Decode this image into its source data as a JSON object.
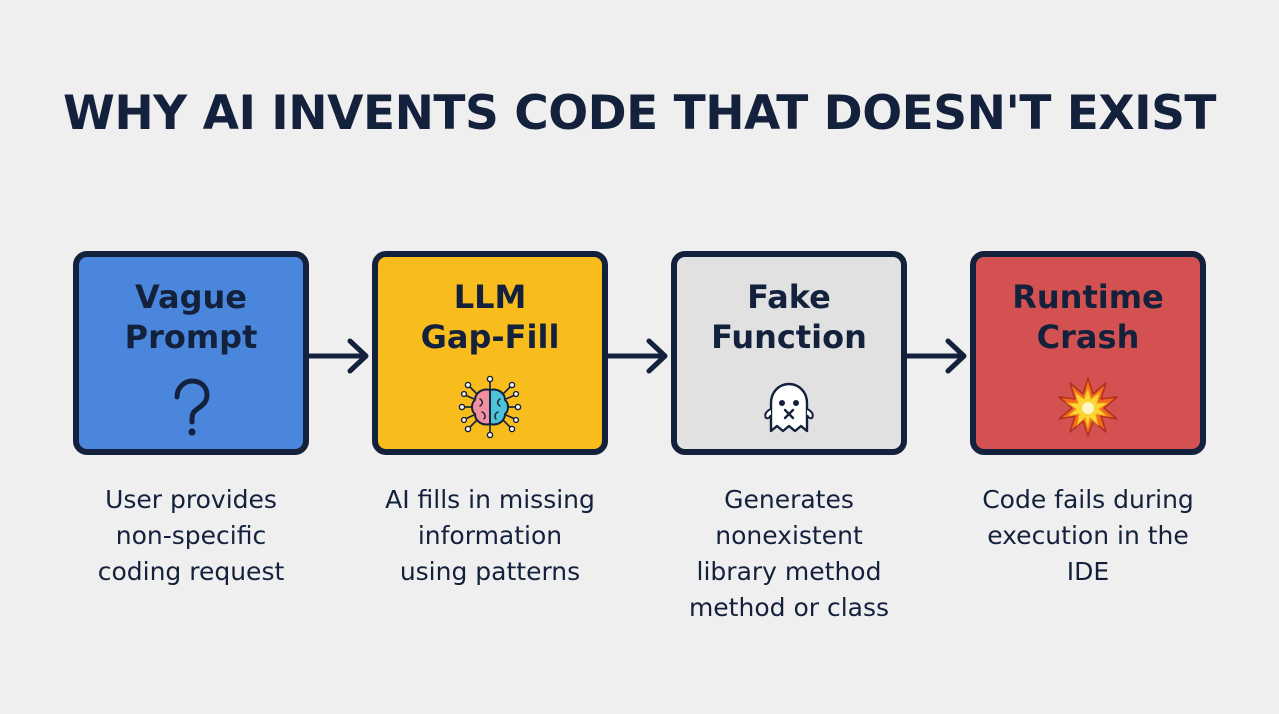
{
  "title": "WHY AI INVENTS CODE THAT DOESN'T EXIST",
  "steps": [
    {
      "label_lines": [
        "Vague",
        "Prompt"
      ],
      "icon": "question-mark-icon",
      "color": "#4a86dc",
      "desc_lines": [
        "User provides",
        "non-specific",
        "coding request"
      ]
    },
    {
      "label_lines": [
        "LLM",
        "Gap-Fill"
      ],
      "icon": "brain-network-icon",
      "color": "#f8bd1c",
      "desc_lines": [
        "AI fills in missing",
        "information",
        "using patterns"
      ]
    },
    {
      "label_lines": [
        "Fake",
        "Function"
      ],
      "icon": "ghost-icon",
      "color": "#e1e1e1",
      "desc_lines": [
        "Generates",
        "nonexistent",
        "library method",
        "method or class"
      ]
    },
    {
      "label_lines": [
        "Runtime",
        "Crash"
      ],
      "icon": "explosion-icon",
      "color": "#d45151",
      "desc_lines": [
        "Code fails during",
        "execution in the",
        "IDE"
      ]
    }
  ],
  "colors": {
    "outline": "#14213d",
    "background": "#efefef"
  }
}
